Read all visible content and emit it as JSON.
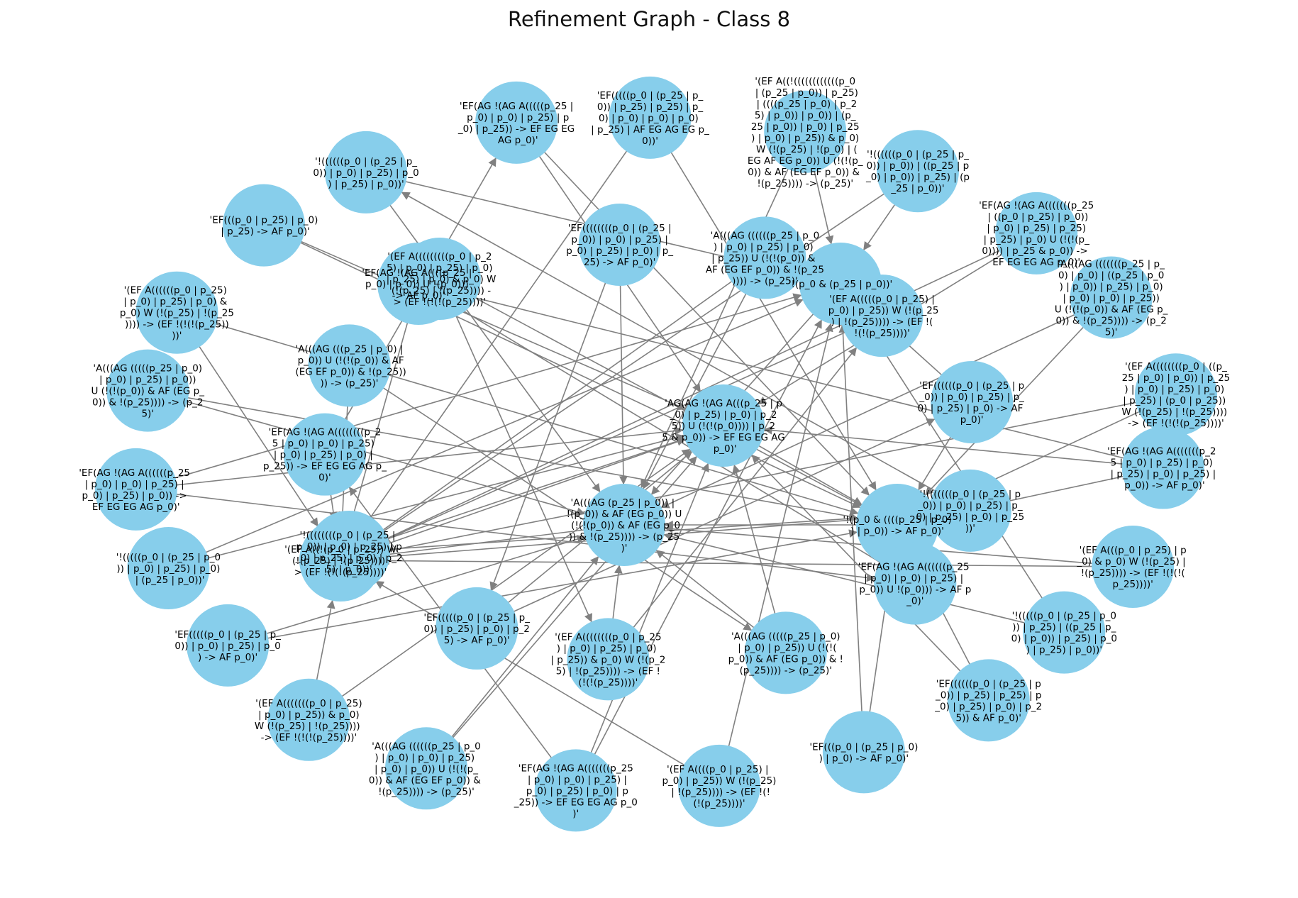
{
  "title": "Refinement Graph - Class 8",
  "style": {
    "node_color": "#87CEEB",
    "edge_color": "#808080",
    "label_color": "#000000",
    "background": "#ffffff"
  },
  "nodes": [
    {
      "id": "n1",
      "label": "'!(p_0 & (p_25 | p_0))'"
    },
    {
      "id": "n2",
      "label": "'!(p_0 & ((((p_25 | p_0)) | p_0)) -> AF p_0)'"
    },
    {
      "id": "n3",
      "label": "'EF(((((p_0 | (p_25 | p_0)) | p_25) | p_25) | p_0) | p_0) | p_0) | p_0) | p_25) | AF EG AG EG p_0))'"
    },
    {
      "id": "n4",
      "label": "'(EF A((!((((((((((((p_0 | (p_25 | p_0)) | p_25) | ((((p_25 | p_0) | p_25) | p_0)) | p_0)) | (p_25 | p_0)) | p_0) | p_25) | p_0) | p_25)) & p_0) W (!(p_25) | !(p_0) | (EG AF EG p_0)) U (!(!(p_0)) & AF (EG EF p_0)) & !(p_25)))) -> (p_25)'"
    },
    {
      "id": "n5",
      "label": "'!((((((p_0 | (p_25 | p_0)) | p_0)) | ((p_25 | p_0) | p_0)) | p_25) | (p_25 | p_0))'"
    },
    {
      "id": "n6",
      "label": "'(EF A((!(p_0 | p_25)) W (!(p_25) | !(p_25)))) -> (EF !(!(!(p_25))))'"
    },
    {
      "id": "n7",
      "label": "'EF(AG !(AG A(((((((p_25 | ((p_0 | p_25) | p_0)) | p_0) | p_25) | p_25) | p_25) | p_0) U (!(!(p_0)))) | p_25 & p_0)) -> EF EG EG AG p_0)'"
    },
    {
      "id": "n8",
      "label": "'A(((AG (((((((p_25 | p_0) | p_0) | ((p_25 | p_0) | p_0)) | p_25) | p_0) | p_0) | p_0) | p_25)) U (!(!(p_0)) & AF (EG p_0)) & !(p_25)))) -> (p_25)'"
    },
    {
      "id": "n9",
      "label": "'(EF A((((((((p_0 | ((p_25 | p_0) | p_0)) | p_25) | p_0) | p_25) | p_0) | p_25) | (p_0 | p_25)) W (!(p_25) | !(p_25)))) -> (EF !(!(!(p_25))))'"
    },
    {
      "id": "n10",
      "label": "'AG(AG !(AG A(((p_25 | p_0) | p_25) | p_0) | p_25)) U (!(!(p_0)))) | p_25 & p_0)) -> EF EG EG AG p_0)'"
    },
    {
      "id": "n11",
      "label": "'EF(AG !(AG A(((((((p_2 5 | p_0) | p_25) | p_0) | p_25) | p_0) | p_25) | p_0)) -> AF p_0)'"
    },
    {
      "id": "n12",
      "label": "'(EF A(((p_0 | p_25) | p_0) & p_0) W (!(p_25) | !(p_25)))) -> (EF !(!(!(p_25))))'"
    },
    {
      "id": "n13",
      "label": "'!(((((p_0 | (p_25 | p_0)) | p_25) | ((p_25 | p_0) | p_0)) | p_25) | p_0) | p_25) | p_0))'"
    },
    {
      "id": "n14",
      "label": "'EF((((((p_0 | (p_25 | p_0)) | p_25) | p_25) | p_0) | p_25) | p_0) | p_25)) & AF p_0)'"
    },
    {
      "id": "n15",
      "label": "'A(((AG (p_25 | p_0)) | !(p_0)) & AF (EG p_0)) U (!(!(p_0)) & AF (EG p_0)) & !(p_25)))) -> (p_25)'"
    },
    {
      "id": "n16",
      "label": "'EF(((p_0 | (p_25 | p_0)) | p_0) -> AF p_0)'"
    },
    {
      "id": "n17",
      "label": "'(EF A((((p_0 | p_25) | p_0) | p_25)) W (!(p_25) | !(p_25)))) -> (EF !(!(!(p_25))))'"
    },
    {
      "id": "n18",
      "label": "'EF(AG !(AG A(((((((p_25 | p_0) | p_0) | p_25) | p_0) | p_25) | p_0) | p_25)) -> EF EG EG AG p_0)'"
    },
    {
      "id": "n19",
      "label": "'A(((AG ((((((p_25 | p_0) | p_0) | p_0) | p_25) | p_0) | p_0)) U (!(!(p_0)) & AF (EG EF p_0)) & !(p_25)))) -> (p_25)'"
    },
    {
      "id": "n20",
      "label": "'EF(AG !(AG A((((p_25 | p_0) | p_0)) U !(p_0))) -> AF p_0)'"
    },
    {
      "id": "n21",
      "label": "'(EF A(((((((p_0 | p_25) | p_0) | p_25)) & p_0) W (!(p_25) | !(p_25)))) -> (EF !(!(!(p_25))))'"
    },
    {
      "id": "n22",
      "label": "'EF(((((p_0 | (p_25 | p_0)) | p_0) | p_25) | p_0) -> AF p_0)'"
    },
    {
      "id": "n23",
      "label": "'!(((((p_0 | (p_25 | p_0)) | p_0) | p_25) | p_0) | (p_25 | p_0))'"
    },
    {
      "id": "n24",
      "label": "'EF(AG !(AG A((((((p_25 | p_0) | p_0) | p_25) | p_0) | p_25) | p_0)) -> EF EG EG AG p_0)'"
    },
    {
      "id": "n25",
      "label": "'A(((AG (((((p_25 | p_0) | p_0) | p_25) | p_0)) U (!(!(p_0)) & AF (EG p_0)) & !(p_25)))) -> (p_25)'"
    },
    {
      "id": "n26",
      "label": "'(EF A((((((p_0 | p_25) | p_0) | p_25) | p_0) & p_0) W (!(p_25) | !(p_25)))) -> (EF !(!(!(p_25))))'"
    },
    {
      "id": "n27",
      "label": "'EF(((p_0 | p_25) | p_0) | p_25) -> AF p_0)'"
    },
    {
      "id": "n28",
      "label": "'!((((((p_0 | (p_25 | p_0)) | p_0) | p_25) | p_0) | p_25) | p_0))'"
    },
    {
      "id": "n29",
      "label": "'EF(AG !(AG A(((((p_25 | p_0) | p_0) | p_25) | p_0) | p_25)) -> EF EG EG AG p_0)'"
    },
    {
      "id": "n30",
      "label": "'A(((AG ((((((p_25 | p_0) | p_0) | p_25) | p_0) | p_25)) U (!(!(p_0)) & AF (EG EF p_0)) & !(p_25)))) -> (p_25)'"
    },
    {
      "id": "n31",
      "label": "'(EF A(((((p_0 | p_25) | p_0) | p_25)) W (!(p_25) | !(p_25)))) -> (EF !(!(!(p_25))))'"
    },
    {
      "id": "n32",
      "label": "'EF((((((p_0 | (p_25 | p_0)) | p_0) | p_25) | p_0) | p_25) | p_0) -> AF p_0)'"
    },
    {
      "id": "n33",
      "label": "'!(((((((p_0 | (p_25 | p_0)) | p_0) | p_25) | p_0) | p_25) | p_0) | p_25))'"
    },
    {
      "id": "n34",
      "label": "'EF(AG !(AG A((((((p_25 | p_0) | p_0) | p_25) | p_0)) U !(p_0))) -> AF p_0)'"
    },
    {
      "id": "n35",
      "label": "'A(((AG (((((p_25 | p_0) | p_0) | p_25)) U (!(!(p_0)) & AF (EG p_0)) & !(p_25)))) -> (p_25)'"
    },
    {
      "id": "n36",
      "label": "'(EF A((((((((p_0 | p_25) | p_0) | p_25) | p_0) | p_25)) & p_0) W (!(p_25) | !(p_25)))) -> (EF !(!(!(p_25))))'"
    },
    {
      "id": "n37",
      "label": "'EF(((((p_0 | (p_25 | p_0)) | p_25) | p_0) | p_25) -> AF p_0)'"
    },
    {
      "id": "n38",
      "label": "'!((((((((p_0 | (p_25 | p_0)) | p_0) | p_25) | p_0) | p_25) | p_0) | p_25) | p_0))'"
    },
    {
      "id": "n39",
      "label": "'EF(AG !(AG A((((((((p_25 | p_0) | p_0) | p_25) | p_0) | p_25) | p_0) | p_25)) -> EF EG EG AG p_0)'"
    },
    {
      "id": "n40",
      "label": "'A(((AG (((p_25 | p_0) | p_0)) U (!(!(p_0)) & AF (EG EF p_0)) & !(p_25)))) -> (p_25)'"
    },
    {
      "id": "n41",
      "label": "'(EF A(((((((((p_0 | p_25) | p_0) | p_25) | p_0) | p_25) | p_0) & p_0) W (!(p_25) | !(p_25)))) -> (EF !(!(!(p_25))))'"
    },
    {
      "id": "n42",
      "label": "'EF((((((((p_0 | (p_25 | p_0)) | p_0) | p_25) | p_0) | p_25) | p_0) | p_25) -> AF p_0)'"
    }
  ],
  "edges": [
    [
      "n5",
      "n1"
    ],
    [
      "n13",
      "n1"
    ],
    [
      "n23",
      "n1"
    ],
    [
      "n28",
      "n1"
    ],
    [
      "n4",
      "n1"
    ],
    [
      "n9",
      "n6"
    ],
    [
      "n12",
      "n6"
    ],
    [
      "n17",
      "n6"
    ],
    [
      "n21",
      "n6"
    ],
    [
      "n26",
      "n6"
    ],
    [
      "n31",
      "n6"
    ],
    [
      "n3",
      "n2"
    ],
    [
      "n14",
      "n2"
    ],
    [
      "n16",
      "n2"
    ],
    [
      "n22",
      "n2"
    ],
    [
      "n27",
      "n2"
    ],
    [
      "n32",
      "n2"
    ],
    [
      "n7",
      "n10"
    ],
    [
      "n11",
      "n10"
    ],
    [
      "n18",
      "n10"
    ],
    [
      "n24",
      "n10"
    ],
    [
      "n29",
      "n10"
    ],
    [
      "n8",
      "n15"
    ],
    [
      "n19",
      "n15"
    ],
    [
      "n25",
      "n15"
    ],
    [
      "n30",
      "n15"
    ],
    [
      "n35",
      "n15"
    ],
    [
      "n33",
      "n28"
    ],
    [
      "n38",
      "n33"
    ],
    [
      "n36",
      "n31"
    ],
    [
      "n41",
      "n36"
    ],
    [
      "n37",
      "n32"
    ],
    [
      "n42",
      "n37"
    ],
    [
      "n34",
      "n20"
    ],
    [
      "n39",
      "n29"
    ],
    [
      "n40",
      "n35"
    ],
    [
      "n1",
      "n15"
    ],
    [
      "n2",
      "n15"
    ],
    [
      "n6",
      "n10"
    ],
    [
      "n10",
      "n2"
    ],
    [
      "n15",
      "n6"
    ],
    [
      "n20",
      "n6"
    ],
    [
      "n11",
      "n2"
    ],
    [
      "n24",
      "n1"
    ],
    [
      "n12",
      "n15"
    ],
    [
      "n14",
      "n10"
    ],
    [
      "n3",
      "n6"
    ],
    [
      "n9",
      "n2"
    ],
    [
      "n19",
      "n10"
    ],
    [
      "n22",
      "n15"
    ],
    [
      "n17",
      "n1"
    ],
    [
      "n26",
      "n2"
    ],
    [
      "n30",
      "n6"
    ],
    [
      "n27",
      "n10"
    ],
    [
      "n13",
      "n15"
    ],
    [
      "n5",
      "n6"
    ],
    [
      "n16",
      "n1"
    ],
    [
      "n21",
      "n10"
    ],
    [
      "n29",
      "n2"
    ],
    [
      "n7",
      "n6"
    ],
    [
      "n8",
      "n2"
    ],
    [
      "n4",
      "n15"
    ],
    [
      "n18",
      "n1"
    ],
    [
      "n23",
      "n10"
    ],
    [
      "n34",
      "n2"
    ],
    [
      "n40",
      "n6"
    ],
    [
      "n31",
      "n1"
    ],
    [
      "n35",
      "n10"
    ],
    [
      "n39",
      "n6"
    ],
    [
      "n42",
      "n15"
    ],
    [
      "n41",
      "n2"
    ],
    [
      "n38",
      "n10"
    ],
    [
      "n36",
      "n15"
    ],
    [
      "n33",
      "n6"
    ],
    [
      "n32",
      "n1"
    ],
    [
      "n37",
      "n10"
    ],
    [
      "n25",
      "n2"
    ],
    [
      "n28",
      "n15"
    ],
    [
      "n11",
      "n20"
    ],
    [
      "n24",
      "n34"
    ],
    [
      "n18",
      "n39"
    ]
  ]
}
